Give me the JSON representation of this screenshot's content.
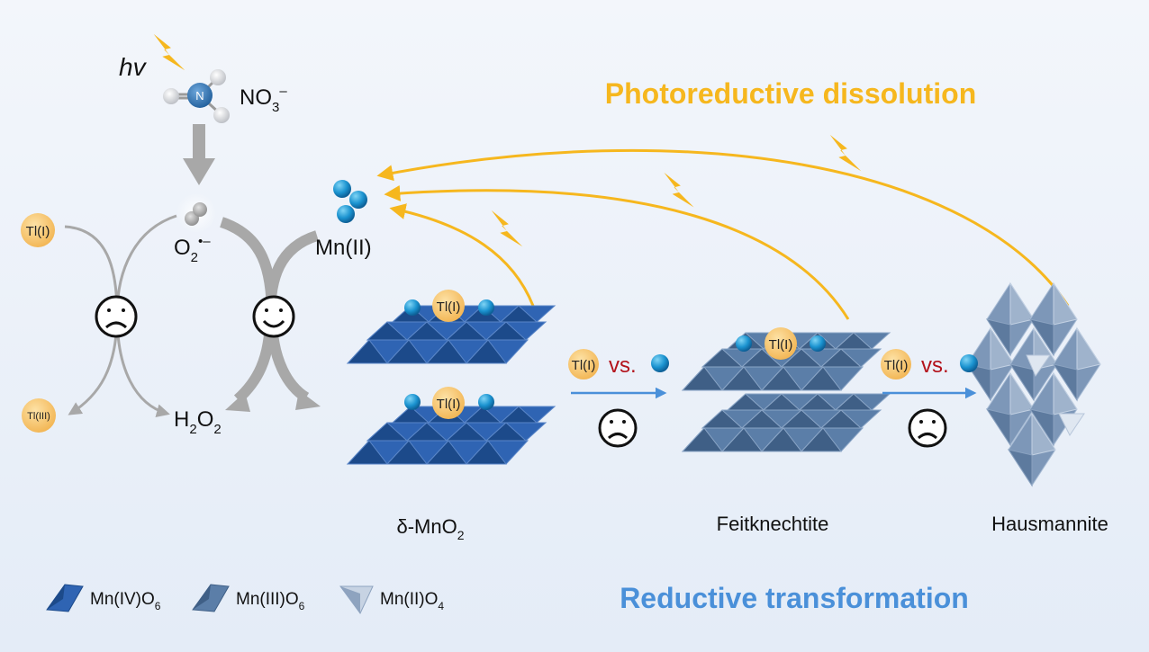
{
  "labels": {
    "hv": "hv",
    "nitrate": "NO3–",
    "nitrate_main": "NO",
    "nitrate_sub": "3",
    "nitrate_sup": "–",
    "nitrogen_atom": "N",
    "superoxide_main": "O",
    "superoxide_sub": "2",
    "superoxide_sup": "•–",
    "manganese_ii": "Mn(II)",
    "h2o2_h": "H",
    "h2o2_sub1": "2",
    "h2o2_o": "O",
    "h2o2_sub2": "2",
    "tl_i": "Tl(I)",
    "tl_iii": "Tl(III)",
    "vs": "vs.",
    "photoreductive_dissolution": "Photoreductive dissolution",
    "reductive_transformation": "Reductive transformation",
    "mineral_delta_prefix": "δ-MnO",
    "mineral_delta_sub": "2",
    "mineral_feitknechtite": "Feitknechtite",
    "mineral_hausmannite": "Hausmannite"
  },
  "legend": [
    {
      "main": "Mn(IV)O",
      "sub": "6",
      "icon": "dark-blue-octahedron"
    },
    {
      "main": "Mn(III)O",
      "sub": "6",
      "icon": "slate-blue-octahedron"
    },
    {
      "main": "Mn(II)O",
      "sub": "4",
      "icon": "light-tetrahedron"
    }
  ],
  "faces": {
    "left_cycle": "sad",
    "right_cycle": "happy",
    "delta_to_feitknechtite": "sad",
    "feitknechtite_to_hausmannite": "sad"
  },
  "colors": {
    "photo_arrow": "#f6b71e",
    "reductive_title": "#4a90d9",
    "vs_red": "#b3121b",
    "tl_bubble": "#f7c46a",
    "mn_ball": "#1f9fd8",
    "gray_arrow": "#a8a8a8",
    "mn4_oct": "#2f64b3",
    "mn3_oct": "#5b7ea8",
    "mn2_tet": "#9fb3cc"
  }
}
